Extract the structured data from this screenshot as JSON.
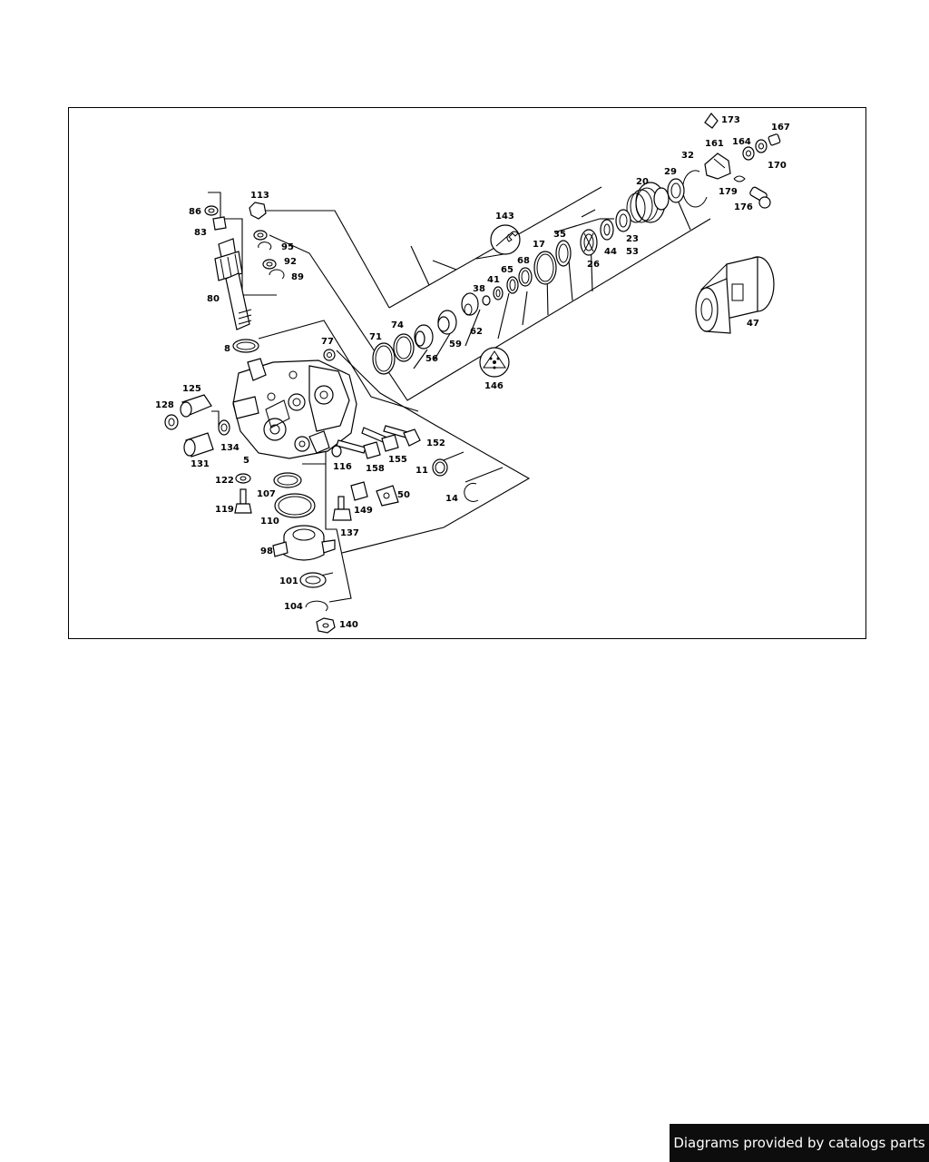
{
  "footer": {
    "credit": "Diagrams provided by catalogs parts"
  },
  "diagram": {
    "part_numbers": [
      "173",
      "167",
      "161",
      "164",
      "170",
      "32",
      "29",
      "20",
      "179",
      "176",
      "143",
      "35",
      "23",
      "53",
      "44",
      "26",
      "17",
      "68",
      "65",
      "41",
      "38",
      "62",
      "59",
      "56",
      "74",
      "71",
      "146",
      "113",
      "86",
      "83",
      "95",
      "92",
      "89",
      "80",
      "8",
      "77",
      "47",
      "125",
      "128",
      "134",
      "131",
      "5",
      "152",
      "155",
      "158",
      "116",
      "11",
      "14",
      "122",
      "107",
      "50",
      "149",
      "119",
      "110",
      "137",
      "98",
      "101",
      "104",
      "140"
    ]
  }
}
